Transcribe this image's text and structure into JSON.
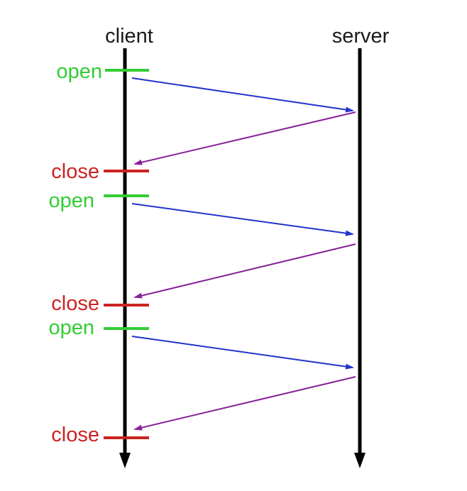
{
  "diagram": {
    "participants": [
      {
        "id": "client",
        "label": "client"
      },
      {
        "id": "server",
        "label": "server"
      }
    ],
    "events": [
      {
        "label": "open",
        "color": "#33cc33"
      },
      {
        "label": "close",
        "color": "#cc2222"
      },
      {
        "label": "open",
        "color": "#33cc33"
      },
      {
        "label": "close",
        "color": "#cc2222"
      },
      {
        "label": "open",
        "color": "#33cc33"
      },
      {
        "label": "close",
        "color": "#cc2222"
      }
    ],
    "messages": [
      {
        "from": "client",
        "to": "server",
        "color": "#2233cc"
      },
      {
        "from": "server",
        "to": "client",
        "color": "#882299"
      },
      {
        "from": "client",
        "to": "server",
        "color": "#2233cc"
      },
      {
        "from": "server",
        "to": "client",
        "color": "#882299"
      },
      {
        "from": "client",
        "to": "server",
        "color": "#2233cc"
      },
      {
        "from": "server",
        "to": "client",
        "color": "#882299"
      }
    ],
    "lifeline_color": "#000000"
  }
}
